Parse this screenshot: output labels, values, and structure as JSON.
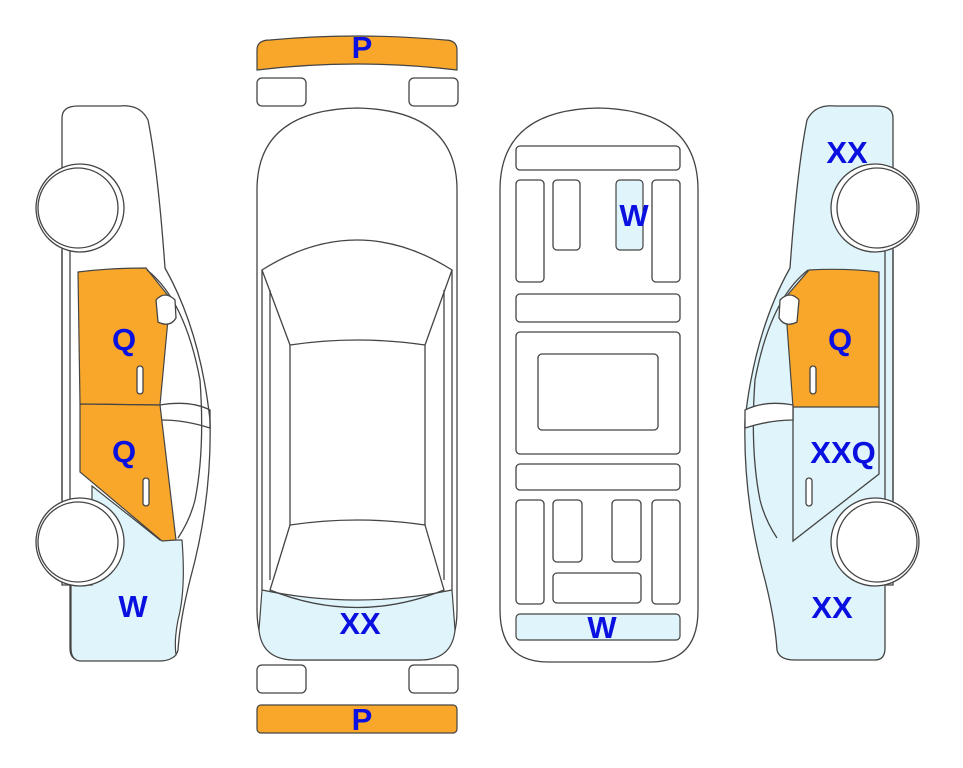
{
  "colors": {
    "damage_orange": "#F9A72B",
    "damage_blue": "#DFF5FB",
    "label": "#0A10E0"
  },
  "labels": {
    "front_bumper": "P",
    "rear_bumper": "P",
    "left_front_door": "Q",
    "left_rear_door": "Q",
    "left_rear_quarter": "W",
    "top_rear": "XX",
    "interior_seat": "W",
    "interior_rear": "W",
    "right_front_fender": "XX",
    "right_front_door": "Q",
    "right_rear_door": "XXQ",
    "right_rear_quarter": "XX"
  }
}
